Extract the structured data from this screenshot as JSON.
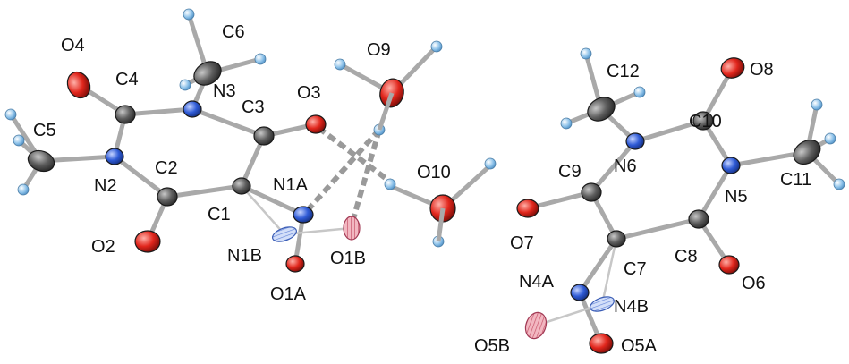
{
  "colors": {
    "carbon": "#5f5f5f",
    "oxygen": "#e1261c",
    "nitrogen": "#2f5bd6",
    "hydrogen": "#8fc3ea",
    "oxygen_disorder": "#e58a9a",
    "nitrogen_disorder": "#7f9fe6",
    "bond": "#a9a9a9",
    "hbond": "#9a9a9a"
  },
  "molecule_left": {
    "labels": {
      "o4": "O4",
      "c4": "C4",
      "n3": "N3",
      "c6": "C6",
      "o3": "O3",
      "c3": "C3",
      "c5": "C5",
      "n2": "N2",
      "c2": "C2",
      "c1": "C1",
      "n1a": "N1A",
      "o2": "O2",
      "n1b": "N1B",
      "o1b": "O1B",
      "o1a": "O1A"
    }
  },
  "waters": {
    "labels": {
      "o9": "O9",
      "o10": "O10"
    }
  },
  "molecule_right": {
    "labels": {
      "c12": "C12",
      "o8": "O8",
      "c10": "C10",
      "n6": "N6",
      "c9": "C9",
      "n5": "N5",
      "c11": "C11",
      "o7": "O7",
      "c8": "C8",
      "c7": "C7",
      "n4a": "N4A",
      "n4b": "N4B",
      "o6": "O6",
      "o5b": "O5B",
      "o5a": "O5A"
    }
  }
}
